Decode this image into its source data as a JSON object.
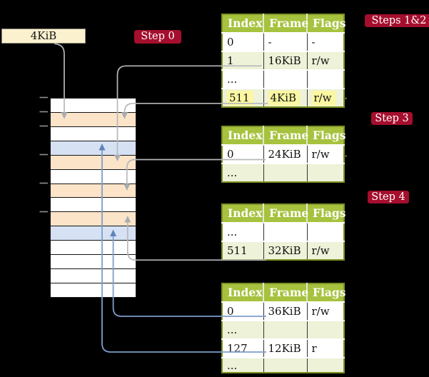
{
  "label_box": {
    "text": "4KiB"
  },
  "badges": [
    {
      "id": "step-0",
      "label": "Step 0"
    },
    {
      "id": "steps-1-2",
      "label": "Steps 1&2"
    },
    {
      "id": "step-3",
      "label": "Step 3"
    },
    {
      "id": "step-4",
      "label": "Step 4"
    }
  ],
  "memory": {
    "rows": [
      {
        "color": "white"
      },
      {
        "color": "peach"
      },
      {
        "color": "white"
      },
      {
        "color": "blue"
      },
      {
        "color": "peach"
      },
      {
        "color": "white"
      },
      {
        "color": "peach"
      },
      {
        "color": "white"
      },
      {
        "color": "peach"
      },
      {
        "color": "blue"
      },
      {
        "color": "white"
      },
      {
        "color": "white"
      },
      {
        "color": "white"
      },
      {
        "color": "white"
      }
    ]
  },
  "tables": [
    {
      "id": "table-steps-1-2",
      "headers": [
        "Index",
        "Frame",
        "Flags"
      ],
      "rows": [
        {
          "tone": "white",
          "highlight": false,
          "cells": [
            "0",
            "-",
            "-"
          ]
        },
        {
          "tone": "green",
          "highlight": false,
          "cells": [
            "1",
            "16KiB",
            "r/w"
          ]
        },
        {
          "tone": "white",
          "highlight": false,
          "cells": [
            "...",
            "",
            ""
          ]
        },
        {
          "tone": "green",
          "highlight": true,
          "cells": [
            "511",
            "4KiB",
            "r/w"
          ]
        }
      ]
    },
    {
      "id": "table-step-3",
      "headers": [
        "Index",
        "Frame",
        "Flags"
      ],
      "rows": [
        {
          "tone": "white",
          "highlight": false,
          "cells": [
            "0",
            "24KiB",
            "r/w"
          ]
        },
        {
          "tone": "green",
          "highlight": false,
          "cells": [
            "...",
            "",
            ""
          ]
        }
      ]
    },
    {
      "id": "table-step-4-upper",
      "headers": [
        "Index",
        "Frame",
        "Flags"
      ],
      "rows": [
        {
          "tone": "white",
          "highlight": false,
          "cells": [
            "...",
            "",
            ""
          ]
        },
        {
          "tone": "green",
          "highlight": false,
          "cells": [
            "511",
            "32KiB",
            "r/w"
          ]
        }
      ]
    },
    {
      "id": "table-step-4-lower",
      "headers": [
        "Index",
        "Frame",
        "Flags"
      ],
      "rows": [
        {
          "tone": "white",
          "highlight": false,
          "cells": [
            "0",
            "36KiB",
            "r/w"
          ]
        },
        {
          "tone": "green",
          "highlight": false,
          "cells": [
            "...",
            "",
            ""
          ]
        },
        {
          "tone": "white",
          "highlight": false,
          "cells": [
            "127",
            "12KiB",
            "r"
          ]
        },
        {
          "tone": "green",
          "highlight": false,
          "cells": [
            "...",
            "",
            ""
          ]
        }
      ]
    }
  ],
  "colors": {
    "background": "#000000",
    "table_header_green": "#a6c23e",
    "table_border_olive": "#7d9226",
    "row_light_green": "#edf2d8",
    "highlight_yellow": "#fbf7a2",
    "memory_peach": "#fce4c8",
    "memory_blue": "#d6e2f3",
    "label_cream": "#fcf1cf",
    "badge_red": "#a50e2d",
    "connector_gray": "#b5b8bb",
    "connector_blue": "#7e9dca"
  }
}
